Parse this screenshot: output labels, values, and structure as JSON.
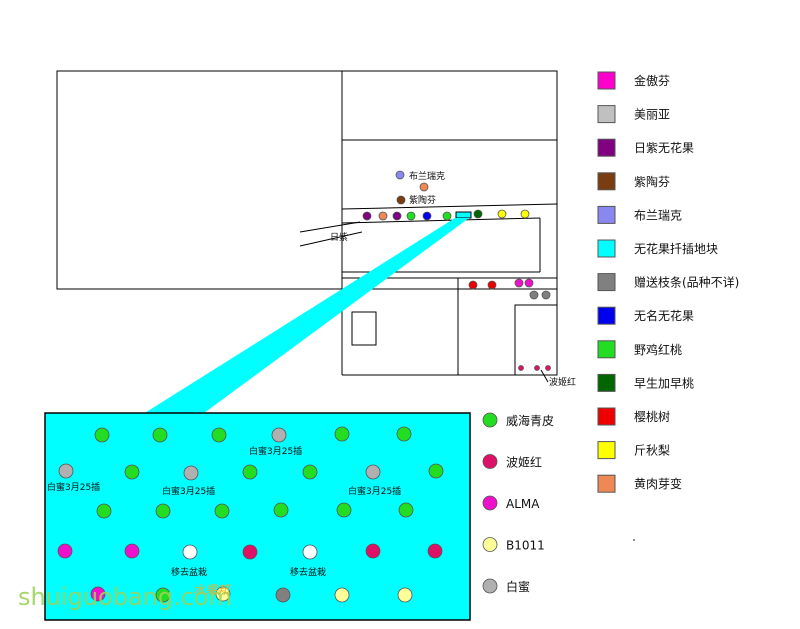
{
  "map_labels": {
    "bulanruike": "布兰瑞克",
    "zitaofen": "紫陶芬",
    "rizi": "日紫",
    "bojihong": "波姬红"
  },
  "bed_labels": {
    "baimi_1": "白蜜3月25插",
    "baimi_2": "白蜜3月25插",
    "baimi_3": "白蜜3月25插",
    "baimi_4": "白蜜3月25插",
    "remove_1": "移去盆栽",
    "remove_2": "移去盆栽"
  },
  "legend_right": [
    {
      "label": "金傲芬",
      "color": "#ff00cc"
    },
    {
      "label": "美丽亚",
      "color": "#c0c0c0"
    },
    {
      "label": "日紫无花果",
      "color": "#800080"
    },
    {
      "label": "紫陶芬",
      "color": "#7a3d10"
    },
    {
      "label": "布兰瑞克",
      "color": "#8888ee"
    },
    {
      "label": "无花果扦插地块",
      "color": "#00ffff"
    },
    {
      "label": "赠送枝条(品种不详)",
      "color": "#808080"
    },
    {
      "label": "无名无花果",
      "color": "#0000ee"
    },
    {
      "label": "野鸡红桃",
      "color": "#22dd22"
    },
    {
      "label": "早生加早桃",
      "color": "#006600"
    },
    {
      "label": "樱桃树",
      "color": "#ee0000"
    },
    {
      "label": "斤秋梨",
      "color": "#ffff00"
    },
    {
      "label": "黄肉芽变",
      "color": "#ee8855"
    }
  ],
  "legend_bed": [
    {
      "label": "威海青皮",
      "color": "#22dd22"
    },
    {
      "label": "波姬红",
      "color": "#dd1166"
    },
    {
      "label": "ALMA",
      "color": "#ee11cc"
    },
    {
      "label": "B1011",
      "color": "#ffff99"
    },
    {
      "label": "白蜜",
      "color": "#b0b0b0"
    }
  ],
  "watermark": {
    "main": "shuiguobang.com",
    "cn": "水果邦"
  },
  "colors": {
    "bed": "#00ffff",
    "lime": "#22dd22",
    "crimson": "#dd1166",
    "magenta": "#ee11cc",
    "white": "#ffffff",
    "gray": "#b0b0b0",
    "darkgray": "#808080",
    "yellow": "#ffff99",
    "purple": "#800080",
    "orange": "#ee8855",
    "darkgreen": "#006600",
    "blue": "#0000ee",
    "yellowbright": "#ffff00",
    "red": "#ee0000",
    "periwinkle": "#8888ee",
    "brown": "#7a3d10",
    "pink": "#ff00cc"
  }
}
